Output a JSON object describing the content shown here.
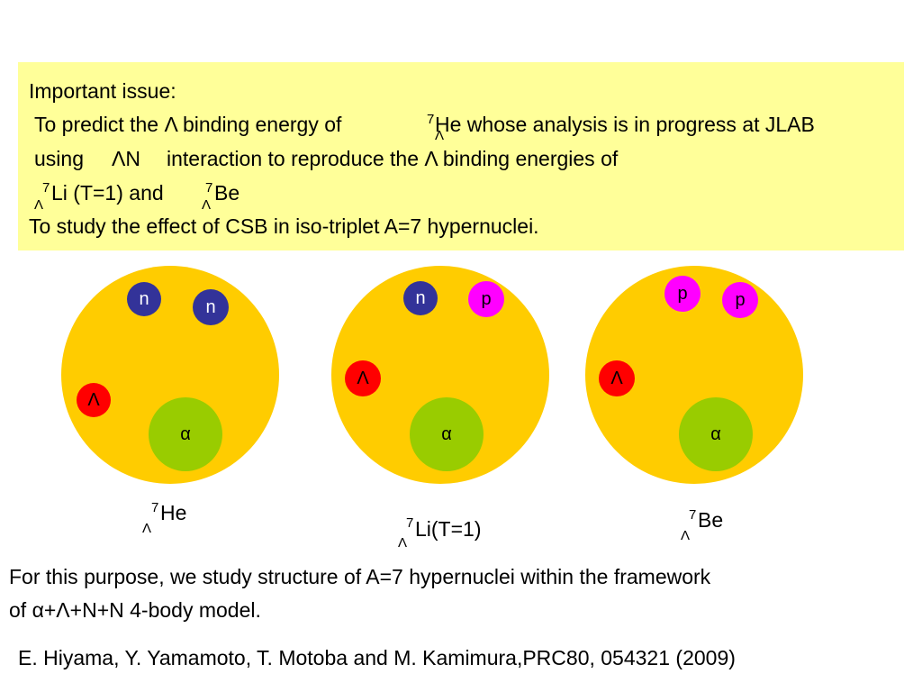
{
  "box": {
    "line1": "Important issue:",
    "line2_pre": "To predict the Λ binding energy of",
    "line2_mass": "7",
    "line2_sub": "Λ",
    "line2_post": "He whose analysis is in progress at JLAB",
    "line3_a": "using",
    "line3_b": "ΛN",
    "line3_c": "interaction  to reproduce the Λ binding energies of",
    "line4_li_mass": "7",
    "line4_li_sub": "Λ",
    "line4_li": "Li (T=1) and",
    "line4_be_mass": "7",
    "line4_be_sub": "Λ",
    "line4_be": "Be",
    "line5": "To study the effect of CSB in  iso-triplet A=7 hypernuclei."
  },
  "nuclei": [
    {
      "p1": "n",
      "p2": "n",
      "lambda": "Λ",
      "alpha": "α",
      "mass": "7",
      "sub": "Λ",
      "name": "He"
    },
    {
      "p1": "n",
      "p2": "p",
      "lambda": "Λ",
      "alpha": "α",
      "mass": "7",
      "sub": "Λ",
      "name": "Li(T=1)"
    },
    {
      "p1": "p",
      "p2": "p",
      "lambda": "Λ",
      "alpha": "α",
      "mass": "7",
      "sub": "Λ",
      "name": "Be"
    }
  ],
  "colors": {
    "neutron": "#333399",
    "proton": "#ff00ff",
    "lambda": "#ff0000",
    "alpha": "#99cc00",
    "nucleus": "#ffcc00",
    "box": "#ffff99"
  },
  "footer": {
    "line1": "For this purpose, we study structure of A=7 hypernuclei within the framework",
    "line2": "of α+Λ+N+N 4-body model.",
    "ref": "E. Hiyama, Y. Yamamoto, T. Motoba and M. Kamimura,PRC80, 054321 (2009)"
  }
}
